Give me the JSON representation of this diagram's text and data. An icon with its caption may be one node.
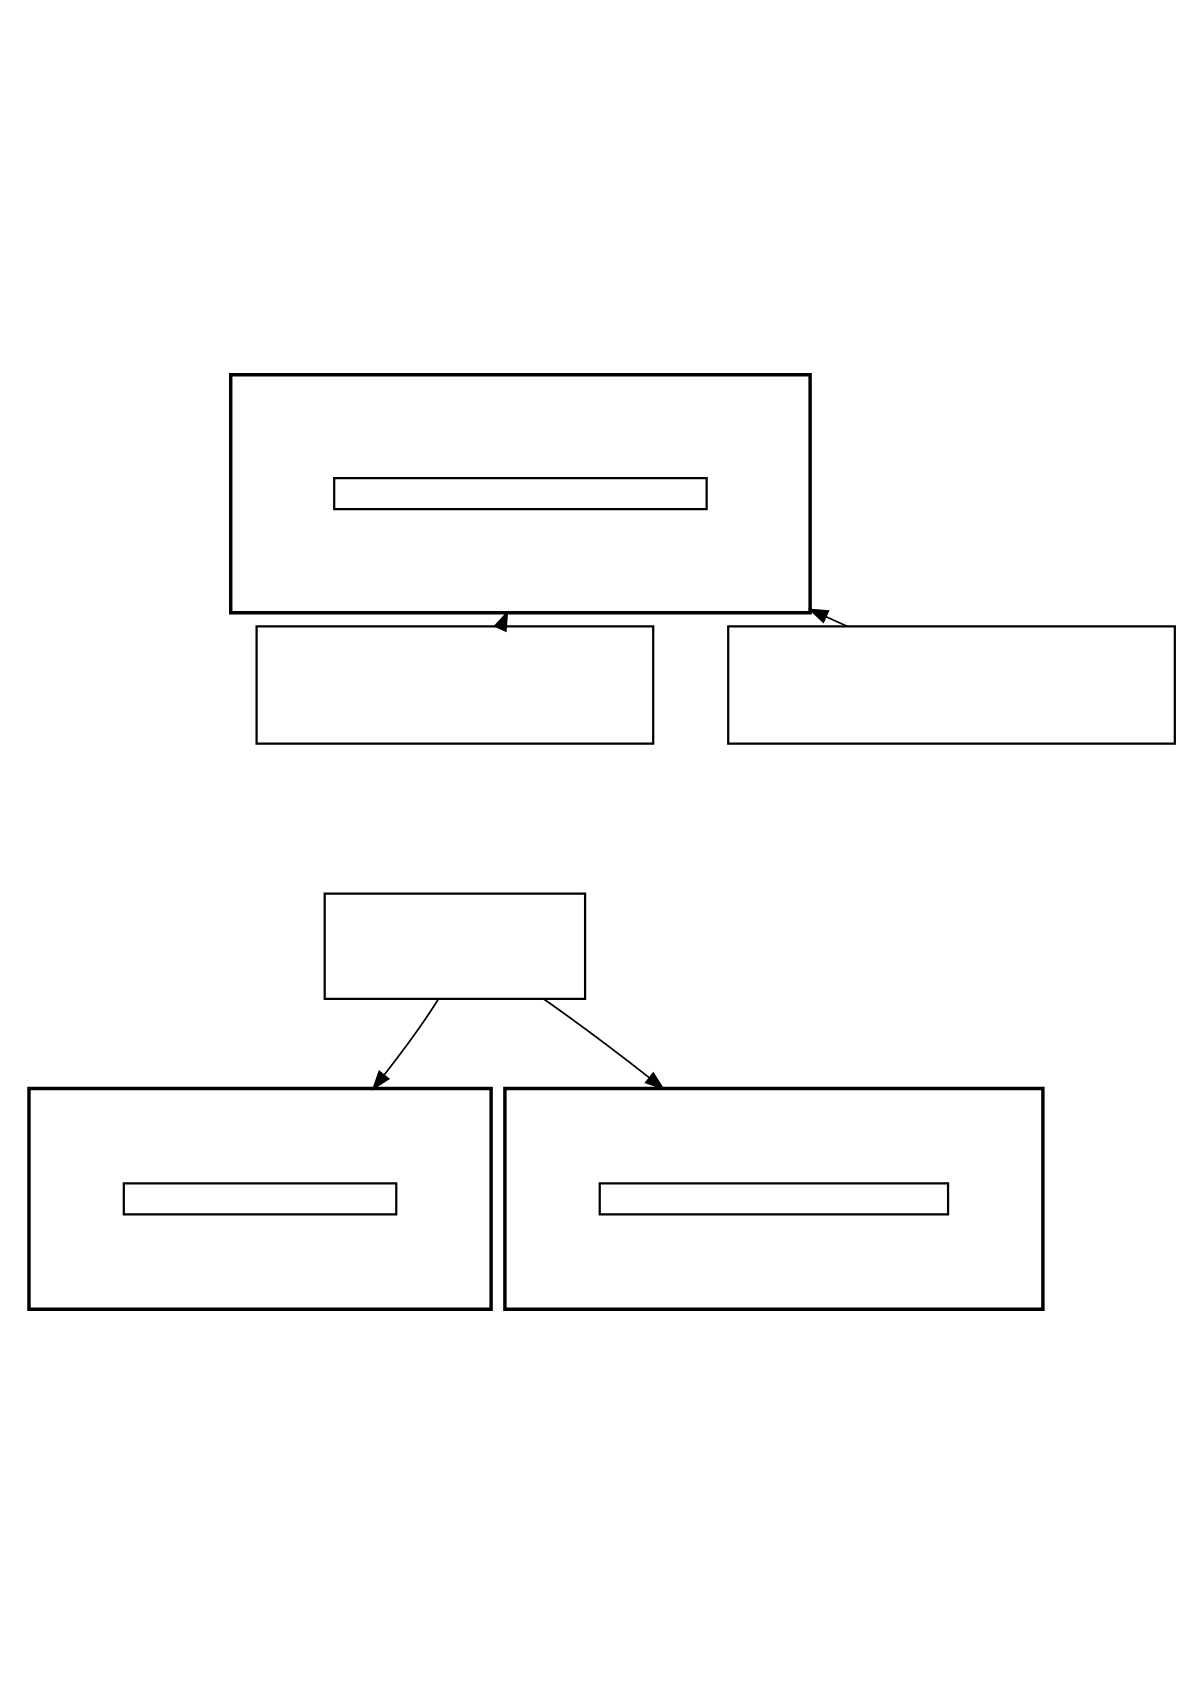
{
  "diagram": {
    "nodes": [
      {
        "text": [],
        "shape": "box"
      },
      {
        "text": [],
        "shape": "box",
        "in": 0
      },
      {
        "text": [],
        "shape": "box"
      },
      {
        "text": [],
        "shape": "box"
      },
      {
        "text": [],
        "shape": "box"
      },
      {
        "text": [],
        "shape": "box"
      },
      {
        "text": [],
        "shape": "box",
        "in": 5
      },
      {
        "text": [],
        "shape": "box"
      },
      {
        "text": [],
        "shape": "box",
        "in": 7
      }
    ],
    "edges": [
      {
        "from": 2,
        "to": 0,
        "arrow": "to"
      },
      {
        "from": 3,
        "to": 0,
        "arrow": "to"
      },
      {
        "from": 4,
        "to": 5,
        "arrow": "to"
      },
      {
        "from": 4,
        "to": 7,
        "arrow": "to"
      }
    ]
  }
}
